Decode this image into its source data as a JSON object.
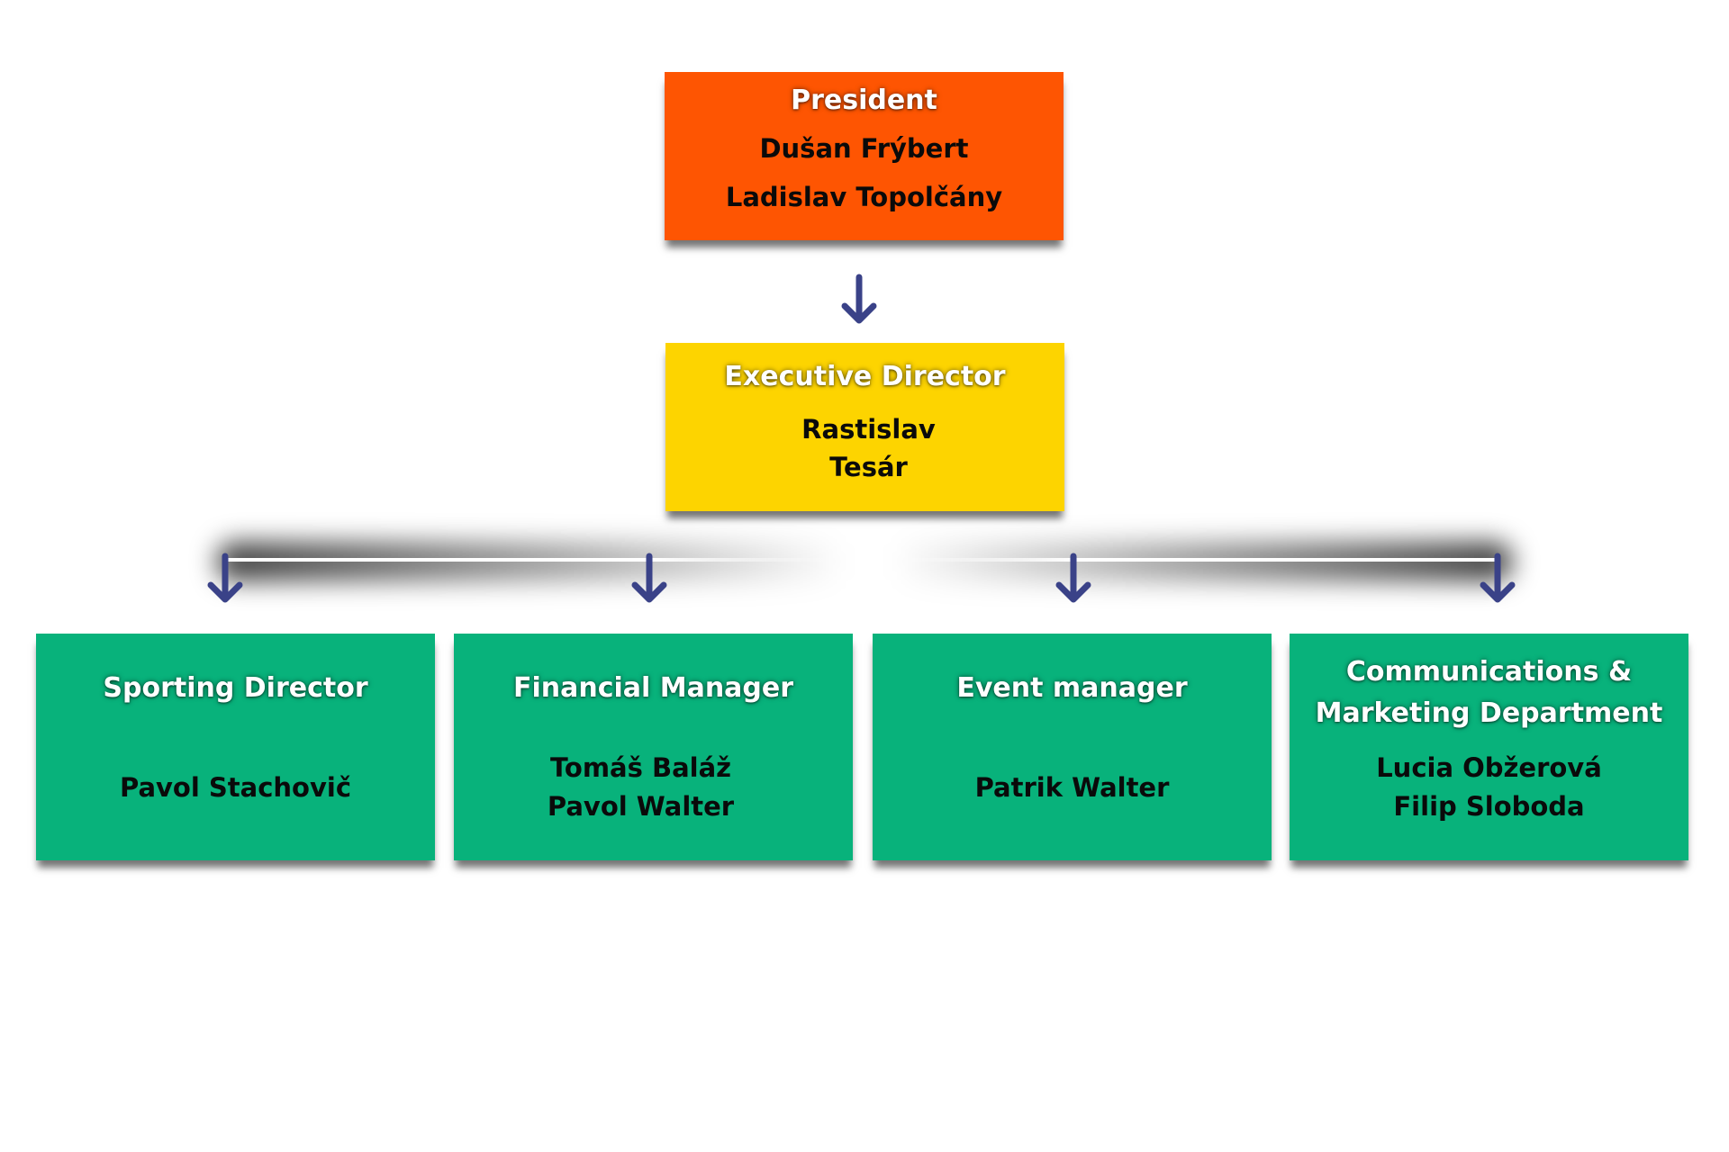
{
  "colors": {
    "president": "#fe5502",
    "executive": "#fdd400",
    "department": "#08b27b",
    "arrow": "#3a4288",
    "title_text": "#ffffff",
    "name_text": "#0a0a0a"
  },
  "president": {
    "title": "President",
    "names": [
      "Dušan Frýbert",
      "Ladislav Topolčány"
    ]
  },
  "executive": {
    "title": "Executive Director",
    "names": [
      "Rastislav",
      "Tesár"
    ]
  },
  "departments": [
    {
      "title": "Sporting Director",
      "names": [
        "Pavol Stachovič"
      ]
    },
    {
      "title": "Financial Manager",
      "names": [
        "Tomáš Baláž",
        "Pavol Walter"
      ]
    },
    {
      "title": "Event manager",
      "names": [
        "Patrik Walter"
      ]
    },
    {
      "title": "Communications & Marketing Department",
      "title_lines": [
        "Communications &",
        "Marketing Department"
      ],
      "names": [
        "Lucia Obžerová",
        "Filip Sloboda"
      ]
    }
  ],
  "arrows": [
    {
      "from": "President",
      "to": "Executive Director",
      "icon": "arrow-down-icon"
    },
    {
      "from": "Executive Director",
      "to": "Sporting Director",
      "icon": "arrow-down-icon"
    },
    {
      "from": "Executive Director",
      "to": "Financial Manager",
      "icon": "arrow-down-icon"
    },
    {
      "from": "Executive Director",
      "to": "Event manager",
      "icon": "arrow-down-icon"
    },
    {
      "from": "Executive Director",
      "to": "Communications & Marketing Department",
      "icon": "arrow-down-icon"
    }
  ]
}
